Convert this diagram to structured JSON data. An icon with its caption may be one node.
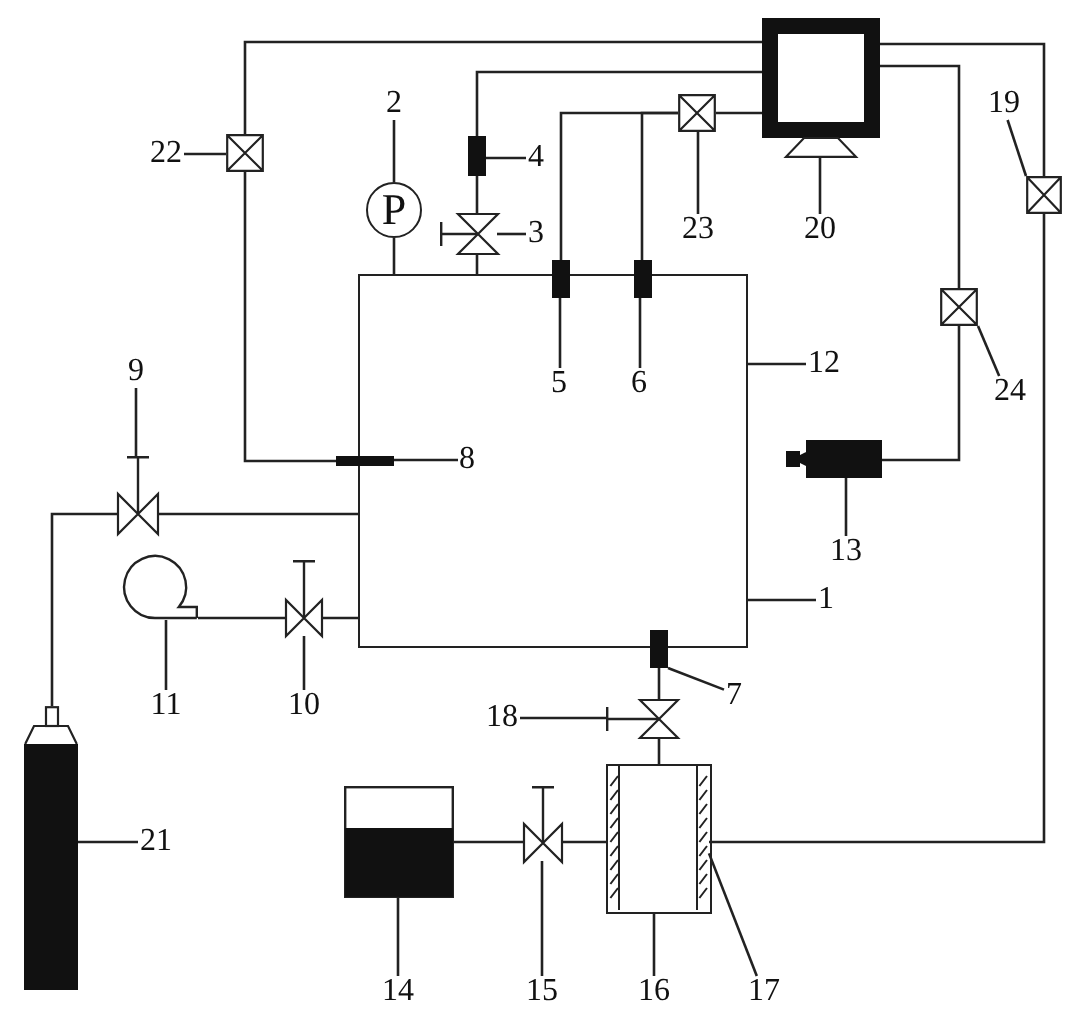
{
  "diagram": {
    "nodes": [
      {
        "text": [],
        "shape": "box"
      },
      {
        "text": [
          "1"
        ]
      },
      {
        "text": [
          "2"
        ]
      },
      {
        "text": [
          "3"
        ]
      },
      {
        "text": [
          "4"
        ]
      },
      {
        "text": [
          "5"
        ],
        "in": 0
      },
      {
        "text": [
          "6"
        ],
        "in": 0
      },
      {
        "text": [
          "7"
        ]
      },
      {
        "text": [
          "8"
        ],
        "in": 0
      },
      {
        "text": [
          "9"
        ]
      },
      {
        "text": [
          "10"
        ]
      },
      {
        "text": [
          "11"
        ]
      },
      {
        "text": [
          "12"
        ]
      },
      {
        "text": [
          "13"
        ]
      },
      {
        "text": [
          "14"
        ]
      },
      {
        "text": [
          "15"
        ]
      },
      {
        "text": [
          "16"
        ]
      },
      {
        "text": [
          "17"
        ]
      },
      {
        "text": [
          "18"
        ]
      },
      {
        "text": [
          "19"
        ]
      },
      {
        "text": [
          "20"
        ]
      },
      {
        "text": [
          "21"
        ]
      },
      {
        "text": [
          "22"
        ]
      },
      {
        "text": [
          "23"
        ]
      },
      {
        "text": [
          "24"
        ]
      },
      {
        "text": [
          "P"
        ]
      },
      {
        "text": [],
        "shape": "valve"
      },
      {
        "text": [],
        "shape": "bar"
      },
      {
        "text": [],
        "shape": "bar"
      },
      {
        "text": [],
        "shape": "bar"
      },
      {
        "text": [],
        "shape": "bar"
      },
      {
        "text": [],
        "shape": "bar"
      },
      {
        "text": [],
        "shape": "valve"
      },
      {
        "text": [],
        "shape": "valve"
      },
      {
        "text": [],
        "shape": "circle"
      },
      {
        "text": [],
        "shape": "camera"
      },
      {
        "text": [],
        "shape": "tank"
      },
      {
        "text": [],
        "shape": "valve"
      },
      {
        "text": [],
        "shape": "box"
      },
      {
        "text": [],
        "shape": "bar",
        "in": 38
      },
      {
        "text": [],
        "shape": "valve"
      },
      {
        "text": [],
        "shape": "box"
      },
      {
        "text": [],
        "shape": "monitor"
      },
      {
        "text": [],
        "shape": "cylinder"
      },
      {
        "text": [],
        "shape": "box"
      },
      {
        "text": [],
        "shape": "box"
      },
      {
        "text": [],
        "shape": "box"
      }
    ],
    "edges": [
      {
        "from": 42,
        "to": 44,
        "arrow": "none"
      },
      {
        "from": 44,
        "to": 31,
        "arrow": "none"
      },
      {
        "from": 42,
        "to": 27,
        "arrow": "none"
      },
      {
        "from": 27,
        "to": 26,
        "arrow": "none"
      },
      {
        "from": 26,
        "to": 0,
        "arrow": "none"
      },
      {
        "from": 25,
        "to": 0,
        "arrow": "none"
      },
      {
        "from": 42,
        "to": 45,
        "arrow": "none"
      },
      {
        "from": 45,
        "to": 28,
        "arrow": "none"
      },
      {
        "from": 45,
        "to": 29,
        "arrow": "none"
      },
      {
        "from": 42,
        "to": 41,
        "arrow": "none"
      },
      {
        "from": 41,
        "to": 39,
        "arrow": "none"
      },
      {
        "from": 42,
        "to": 46,
        "arrow": "none"
      },
      {
        "from": 46,
        "to": 35,
        "arrow": "none"
      },
      {
        "from": 43,
        "to": 32,
        "arrow": "none"
      },
      {
        "from": 32,
        "to": 0,
        "arrow": "none"
      },
      {
        "from": 34,
        "to": 33,
        "arrow": "none"
      },
      {
        "from": 33,
        "to": 0,
        "arrow": "none"
      },
      {
        "from": 30,
        "to": 40,
        "arrow": "none"
      },
      {
        "from": 40,
        "to": 38,
        "arrow": "none"
      },
      {
        "from": 36,
        "to": 37,
        "arrow": "none"
      },
      {
        "from": 37,
        "to": 38,
        "arrow": "none"
      },
      {
        "from": 1,
        "to": 0,
        "arrow": "none"
      },
      {
        "from": 2,
        "to": 25,
        "arrow": "none"
      },
      {
        "from": 3,
        "to": 26,
        "arrow": "none"
      },
      {
        "from": 4,
        "to": 27,
        "arrow": "none"
      },
      {
        "from": 5,
        "to": 28,
        "arrow": "none"
      },
      {
        "from": 6,
        "to": 29,
        "arrow": "none"
      },
      {
        "from": 7,
        "to": 30,
        "arrow": "none"
      },
      {
        "from": 8,
        "to": 31,
        "arrow": "none"
      },
      {
        "from": 9,
        "to": 32,
        "arrow": "none"
      },
      {
        "from": 10,
        "to": 33,
        "arrow": "none"
      },
      {
        "from": 11,
        "to": 34,
        "arrow": "none"
      },
      {
        "from": 12,
        "to": 0,
        "arrow": "none"
      },
      {
        "from": 13,
        "to": 35,
        "arrow": "none"
      },
      {
        "from": 14,
        "to": 36,
        "arrow": "none"
      },
      {
        "from": 15,
        "to": 37,
        "arrow": "none"
      },
      {
        "from": 16,
        "to": 38,
        "arrow": "none"
      },
      {
        "from": 17,
        "to": 39,
        "arrow": "none"
      },
      {
        "from": 18,
        "to": 40,
        "arrow": "none"
      },
      {
        "from": 19,
        "to": 41,
        "arrow": "none"
      },
      {
        "from": 20,
        "to": 42,
        "arrow": "none"
      },
      {
        "from": 21,
        "to": 43,
        "arrow": "none"
      },
      {
        "from": 22,
        "to": 44,
        "arrow": "none"
      },
      {
        "from": 23,
        "to": 45,
        "arrow": "none"
      },
      {
        "from": 24,
        "to": 46,
        "arrow": "none"
      }
    ]
  }
}
